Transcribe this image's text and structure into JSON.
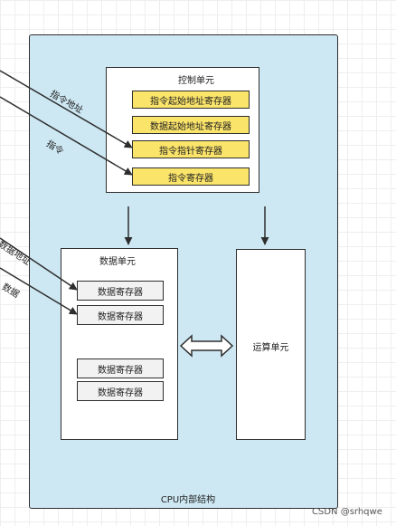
{
  "cpu": {
    "caption": "CPU内部结构"
  },
  "control_unit": {
    "title": "控制单元",
    "registers": [
      "指令起始地址寄存器",
      "数据起始地址寄存器",
      "指令指针寄存器",
      "指令寄存器"
    ]
  },
  "data_unit": {
    "title": "数据单元",
    "registers": [
      "数据寄存器",
      "数据寄存器",
      "数据寄存器",
      "数据寄存器"
    ]
  },
  "alu": {
    "title": "运算单元"
  },
  "external_labels": {
    "instruction_address": "指令地址",
    "instruction": "指令",
    "data_address": "数据地址",
    "data": "数据"
  },
  "watermark": "CSDN @srhqwe"
}
